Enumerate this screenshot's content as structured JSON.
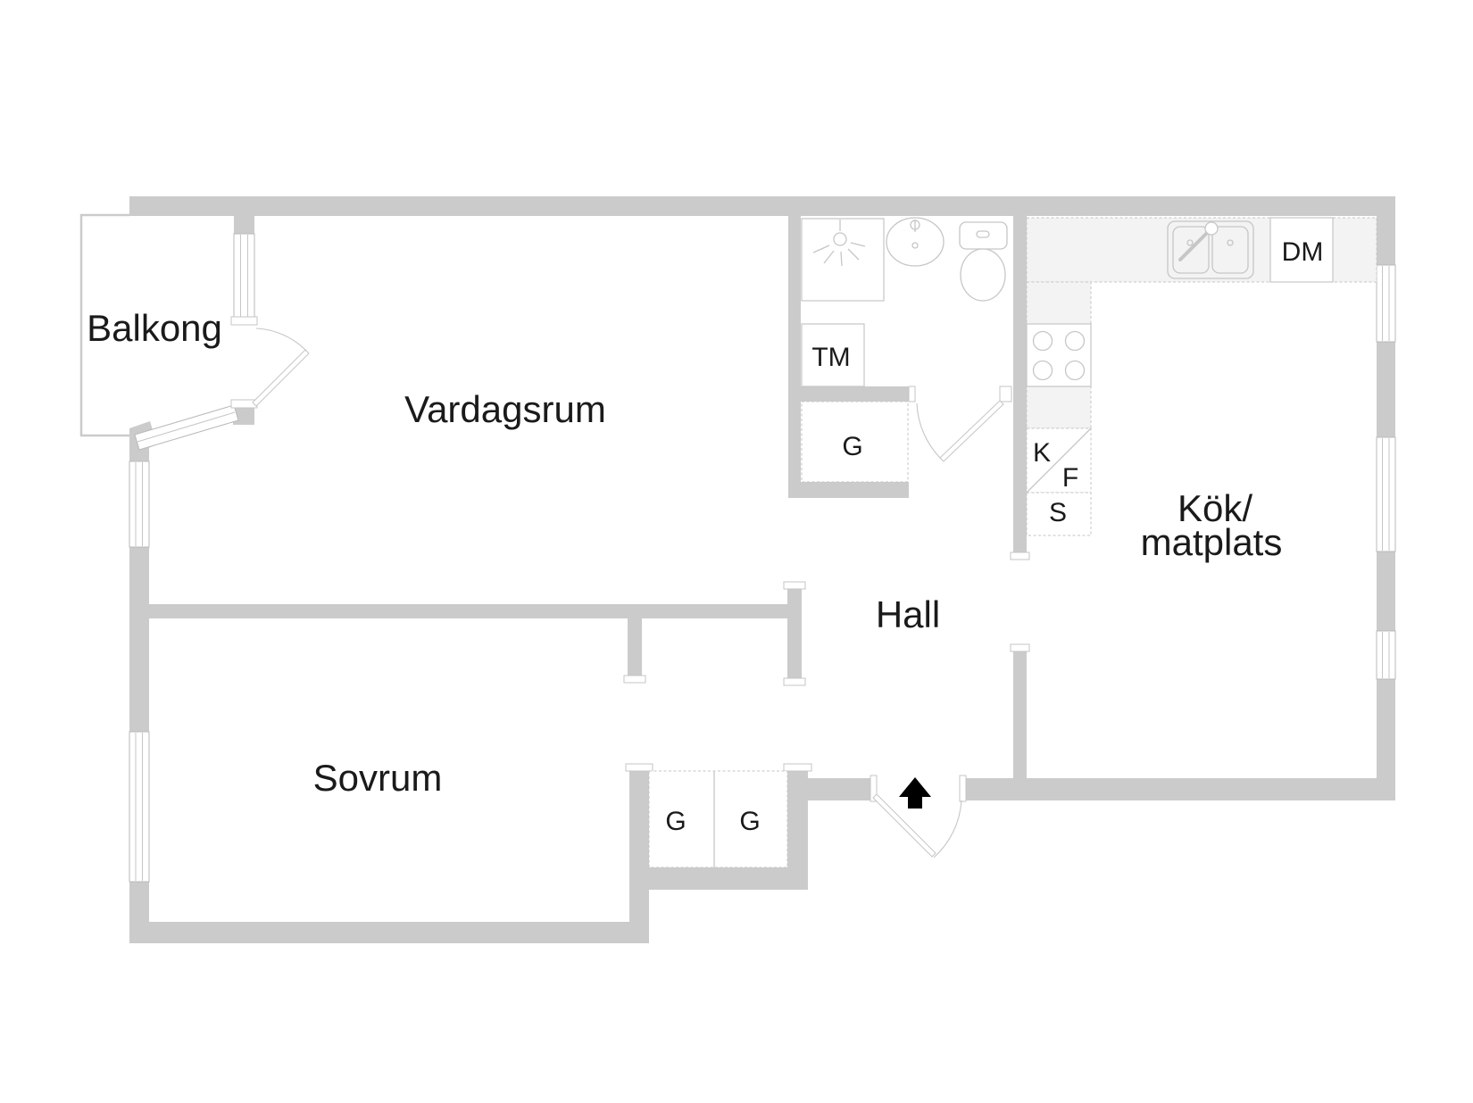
{
  "colors": {
    "wall": "#cbcbcb",
    "counter": "#f3f3f3",
    "line": "#c6c6c6",
    "winline": "#b9b9b9",
    "text": "#1a1a1a",
    "arrow": "#000000",
    "floor": "#ffffff"
  },
  "rooms": {
    "balcony": {
      "label": "Balkong"
    },
    "living_room": {
      "label": "Vardagsrum"
    },
    "bedroom": {
      "label": "Sovrum"
    },
    "hall": {
      "label": "Hall"
    },
    "kitchen": {
      "label_line1": "Kök/",
      "label_line2": "matplats"
    }
  },
  "fixtures": {
    "washing_machine": {
      "label": "TM"
    },
    "hall_wardrobe": {
      "label": "G"
    },
    "bedroom_wardrobe_left": {
      "label": "G"
    },
    "bedroom_wardrobe_right": {
      "label": "G"
    },
    "fridge": {
      "label": "K"
    },
    "freezer": {
      "label": "F"
    },
    "pantry": {
      "label": "S"
    },
    "dishwasher": {
      "label": "DM"
    }
  }
}
